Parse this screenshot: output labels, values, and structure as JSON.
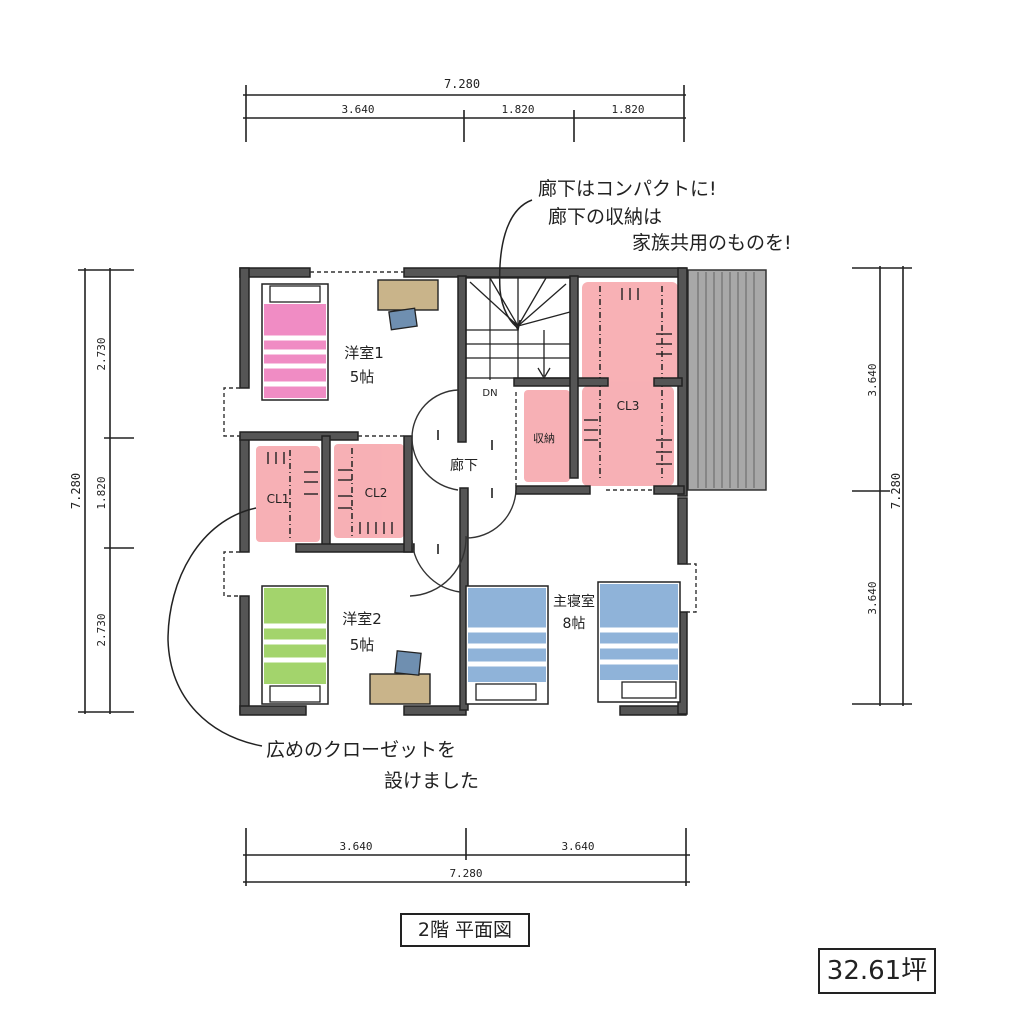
{
  "dimensions": {
    "top_total": "7.280",
    "top_parts": [
      "3.640",
      "1.820",
      "1.820"
    ],
    "bottom_parts": [
      "3.640",
      "3.640"
    ],
    "bottom_total": "7.280",
    "left_total": "7.280",
    "left_parts": [
      "2.730",
      "1.820",
      "2.730"
    ],
    "right_parts": [
      "3.640",
      "3.640"
    ],
    "right_total": "7.280"
  },
  "rooms": {
    "western1_name": "洋室1",
    "western1_size": "5帖",
    "western2_name": "洋室2",
    "western2_size": "5帖",
    "master_name": "主寝室",
    "master_size": "8帖",
    "cl1": "CL1",
    "cl2": "CL2",
    "cl3": "CL3",
    "storage": "収納",
    "hallway": "廊下",
    "stair_dn": "DN"
  },
  "annotations": {
    "top_note": [
      "廊下はコンパクトに!",
      "廊下の収納は",
      "家族共用のものを!"
    ],
    "bottom_note": [
      "広めのクローゼットを",
      "設けました"
    ]
  },
  "title": "2階 平面図",
  "area": "32.61坪",
  "colors": {
    "wall": "#555555",
    "closet": "#f7a8ad",
    "bed_pink": "#f08cc4",
    "bed_green": "#a3d46c",
    "bed_blue": "#8fb3d9",
    "desk": "#c9b48a",
    "chair": "#6f8fb0",
    "balcony": "#a8a8a8"
  }
}
